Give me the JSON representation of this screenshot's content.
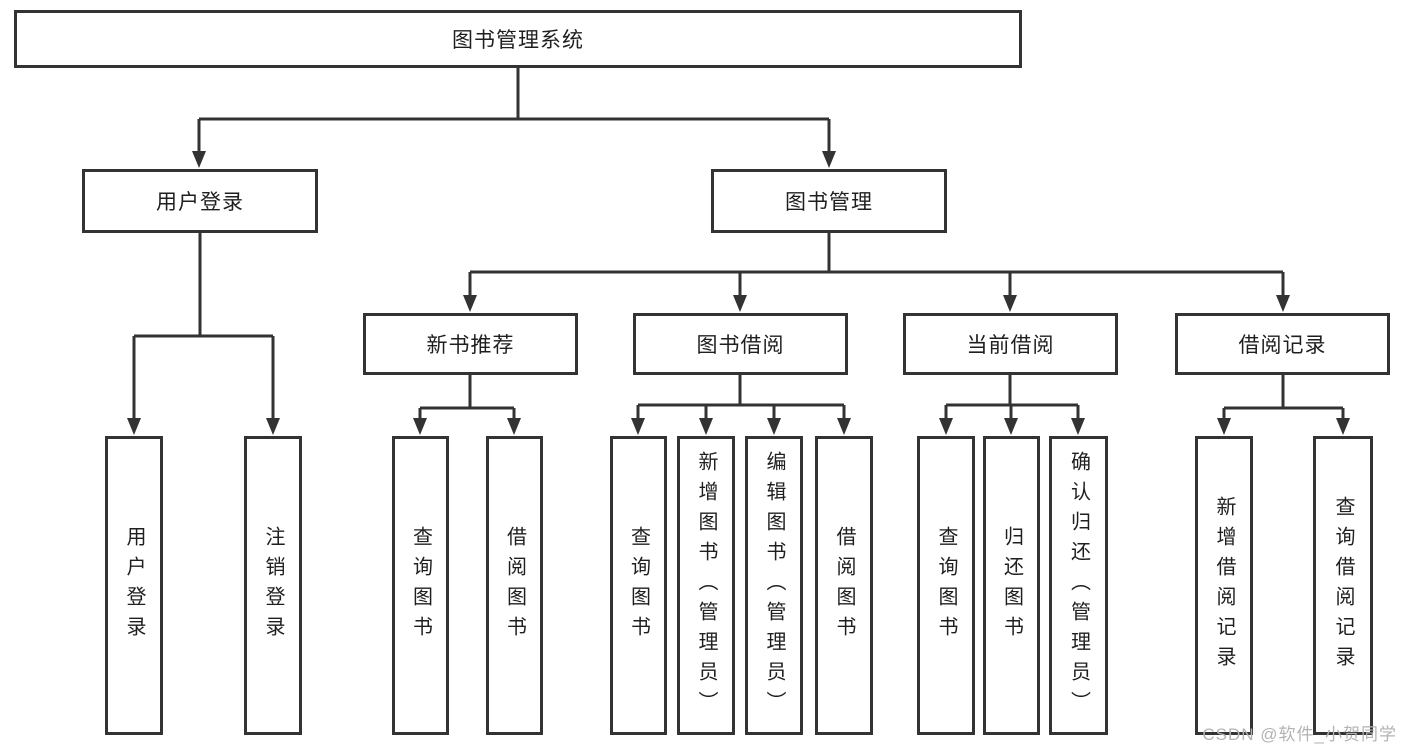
{
  "tree": {
    "root": {
      "label": "图书管理系统"
    },
    "branches": [
      {
        "label": "用户登录",
        "children": [
          "用户登录",
          "注销登录"
        ]
      },
      {
        "label": "图书管理",
        "groups": [
          {
            "label": "新书推荐",
            "children": [
              "查询图书",
              "借阅图书"
            ]
          },
          {
            "label": "图书借阅",
            "children": [
              "查询图书",
              "新增图书（管理员）",
              "编辑图书（管理员）",
              "借阅图书"
            ]
          },
          {
            "label": "当前借阅",
            "children": [
              "查询图书",
              "归还图书",
              "确认归还（管理员）"
            ]
          },
          {
            "label": "借阅记录",
            "children": [
              "新增借阅记录",
              "查询借阅记录"
            ]
          }
        ]
      }
    ]
  },
  "watermark": {
    "text": "CSDN @软件_小贺同学"
  },
  "colors": {
    "line": "#333333",
    "box_border": "#333333",
    "box_fill": "#ffffff",
    "text": "#1f1f1f",
    "watermark": "#b3b3b3"
  }
}
